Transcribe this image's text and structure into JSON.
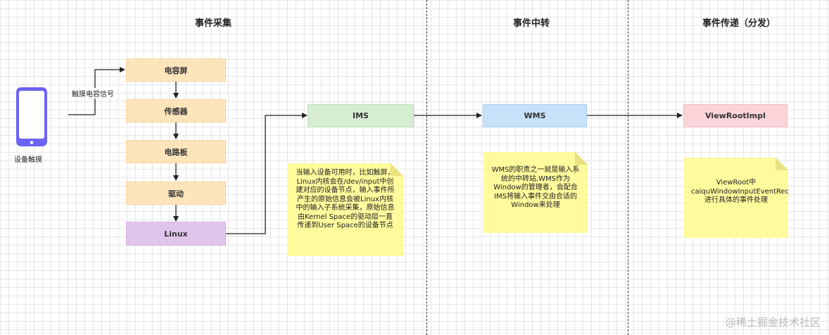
{
  "headings": {
    "collect": "事件采集",
    "relay": "事件中转",
    "dispatch": "事件传递（分发）"
  },
  "device": {
    "label": "设备触摸",
    "signal_label": "触摸电容信号",
    "icon": "phone-icon",
    "color": "#6c63f4"
  },
  "collect_boxes": [
    "电容屏",
    "传感器",
    "电路板",
    "驱动",
    "Linux"
  ],
  "ims": "IMS",
  "wms": "WMS",
  "viewroot": "ViewRootImpl",
  "notes": {
    "linux": "当输入设备可用时，比如触屏，Linux内核会在/dev/input中创建对应的设备节点，输入事件所产生的原始信息会被Linux内核中的输入子系统采集，原始信息由Kernel Space的驱动层一直传递到User Space的设备节点",
    "wms": "WMS的职责之一就是输入系统的中转站,WMS作为Window的管理者，会配合IMS将输入事件交由合适的Window来处理",
    "viewroot": "ViewRoot中caiquWindowInputEventReceiver进行具体的事件处理"
  },
  "watermark": "@稀土掘金技术社区"
}
